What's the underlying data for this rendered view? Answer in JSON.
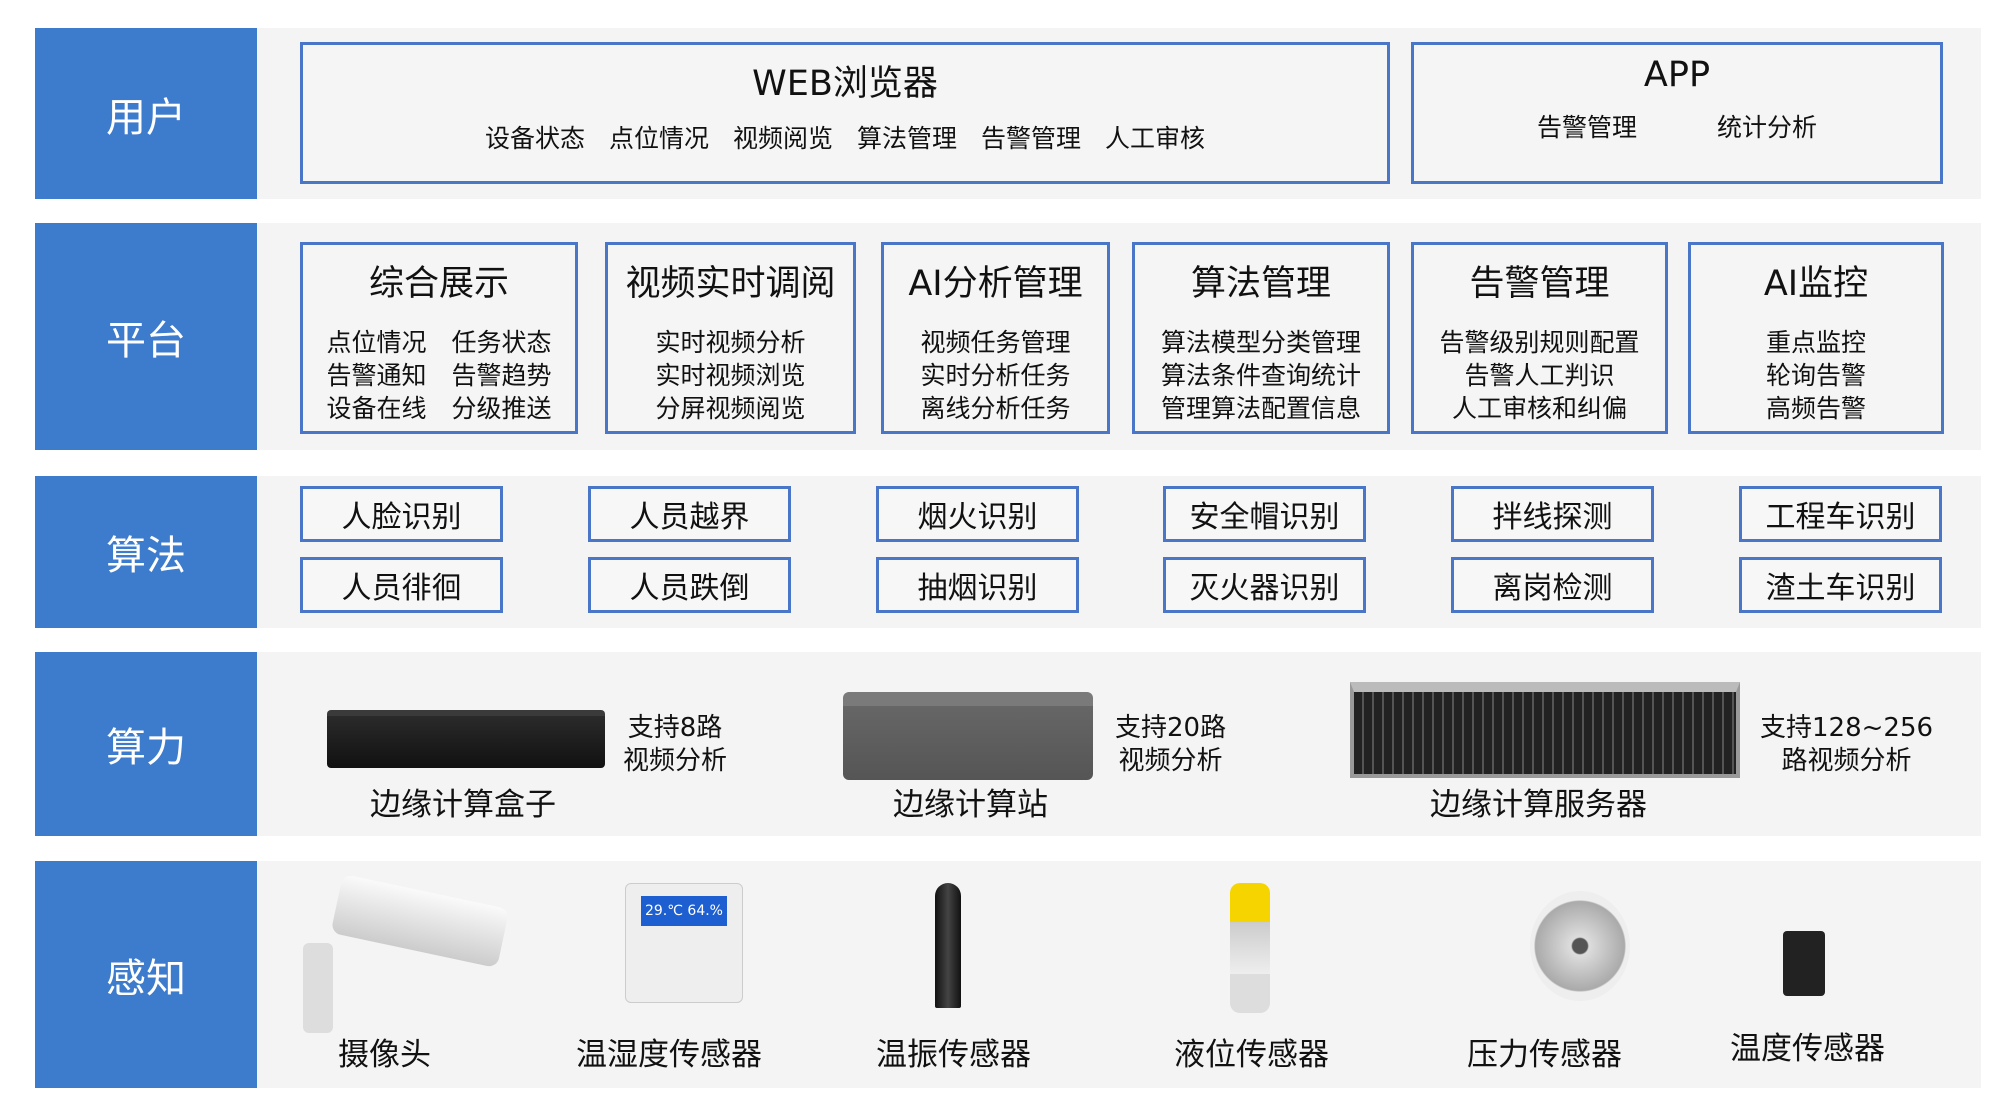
{
  "colors": {
    "label_bg": "#3d7bcc",
    "border": "#4a76c8",
    "panel_bg": "#f4f4f4"
  },
  "user": {
    "label": "用户",
    "web": {
      "title": "WEB浏览器",
      "items": [
        "设备状态",
        "点位情况",
        "视频阅览",
        "算法管理",
        "告警管理",
        "人工审核"
      ]
    },
    "app": {
      "title": "APP",
      "items": [
        "告警管理",
        "统计分析"
      ]
    }
  },
  "platform": {
    "label": "平台",
    "modules": [
      {
        "title": "综合展示",
        "lines": [
          "点位情况　任务状态",
          "告警通知　告警趋势",
          "设备在线　分级推送"
        ]
      },
      {
        "title": "视频实时调阅",
        "lines": [
          "实时视频分析",
          "实时视频浏览",
          "分屏视频阅览"
        ]
      },
      {
        "title": "AI分析管理",
        "lines": [
          "视频任务管理",
          "实时分析任务",
          "离线分析任务"
        ]
      },
      {
        "title": "算法管理",
        "lines": [
          "算法模型分类管理",
          "算法条件查询统计",
          "管理算法配置信息"
        ]
      },
      {
        "title": "告警管理",
        "lines": [
          "告警级别规则配置",
          "告警人工判识",
          "人工审核和纠偏"
        ]
      },
      {
        "title": "AI监控",
        "lines": [
          "重点监控",
          "轮询告警",
          "高频告警"
        ]
      }
    ]
  },
  "algorithm": {
    "label": "算法",
    "row1": [
      "人脸识别",
      "人员越界",
      "烟火识别",
      "安全帽识别",
      "拌线探测",
      "工程车识别"
    ],
    "row2": [
      "人员徘徊",
      "人员跌倒",
      "抽烟识别",
      "灭火器识别",
      "离岗检测",
      "渣土车识别"
    ]
  },
  "compute": {
    "label": "算力",
    "devices": [
      {
        "name": "边缘计算盒子",
        "note1": "支持8路",
        "note2": "视频分析"
      },
      {
        "name": "边缘计算站",
        "note1": "支持20路",
        "note2": "视频分析"
      },
      {
        "name": "边缘计算服务器",
        "note1": "支持128~256",
        "note2": "路视频分析"
      }
    ]
  },
  "sensing": {
    "label": "感知",
    "devices": [
      "摄像头",
      "温湿度传感器",
      "温振传感器",
      "液位传感器",
      "压力传感器",
      "温度传感器"
    ],
    "display_reading": "29.℃ 64.%"
  }
}
